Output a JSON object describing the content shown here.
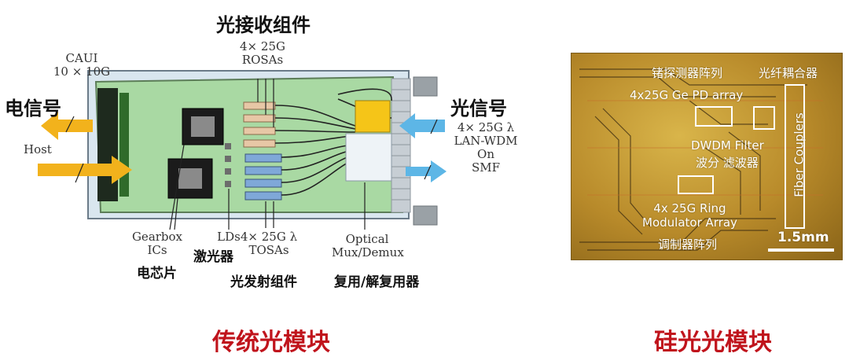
{
  "left": {
    "title_rx": "光接收组件",
    "rosa": [
      "4× 25G",
      "ROSAs"
    ],
    "caui": [
      "CAUI",
      "10 × 10G"
    ],
    "electrical": "电信号",
    "host": "Host",
    "optical": "光信号",
    "lambda": [
      "4× 25G λ",
      "LAN-WDM",
      "On",
      "SMF"
    ],
    "gearbox": [
      "Gearbox",
      "ICs"
    ],
    "gearbox_cn": "电芯片",
    "lds": "LDs",
    "lds_cn": "激光器",
    "tosa": [
      "4× 25G λ",
      "TOSAs"
    ],
    "tosa_cn": "光发射组件",
    "mux": [
      "Optical",
      "Mux/Demux"
    ],
    "mux_cn": "复用/解复用器",
    "caption": "传统光模块"
  },
  "right": {
    "ge_cn": "锗探测器阵列",
    "coupler_cn": "光纤耦合器",
    "ge_en": "4x25G Ge PD array",
    "dwdm_en": "DWDM Filter",
    "dwdm_cn": "波分 滤波器",
    "fiber_en": "Fiber Couplers",
    "ring_en": [
      "4x 25G Ring",
      "Modulator Array"
    ],
    "ring_cn": "调制器阵列",
    "scale": "1.5mm",
    "caption": "硅光光模块"
  },
  "colors": {
    "caption_red": "#c0141c",
    "pcb_green": "#a9d9a3",
    "chip_gold": "#c9a13a",
    "arrow_yellow": "#f2b21c",
    "arrow_blue": "#5db6e6"
  }
}
